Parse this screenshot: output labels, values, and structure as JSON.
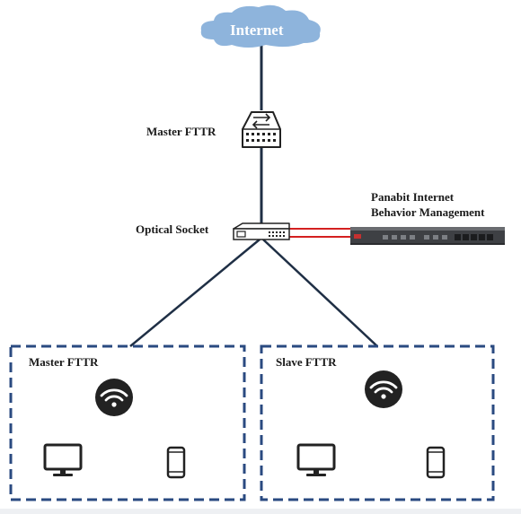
{
  "labels": {
    "internet": "Internet",
    "master_fttr_top": "Master FTTR",
    "optical_socket": "Optical Socket",
    "panabit_line1": "Panabit Internet",
    "panabit_line2": "Behavior Management",
    "master_fttr_box": "Master FTTR",
    "slave_fttr_box": "Slave FTTR"
  },
  "icons": {
    "cloud": "cloud-icon",
    "router": "switch-router-icon",
    "optical_socket": "optical-socket-icon",
    "appliance": "rack-appliance-icon",
    "wifi": "wifi-icon",
    "monitor": "monitor-icon",
    "phone": "phone-icon"
  },
  "colors": {
    "cloud": "#8eb4dc",
    "line": "#1f2f45",
    "dashed_border": "#2a4a80",
    "red_link": "#d42020",
    "icon": "#222222"
  }
}
